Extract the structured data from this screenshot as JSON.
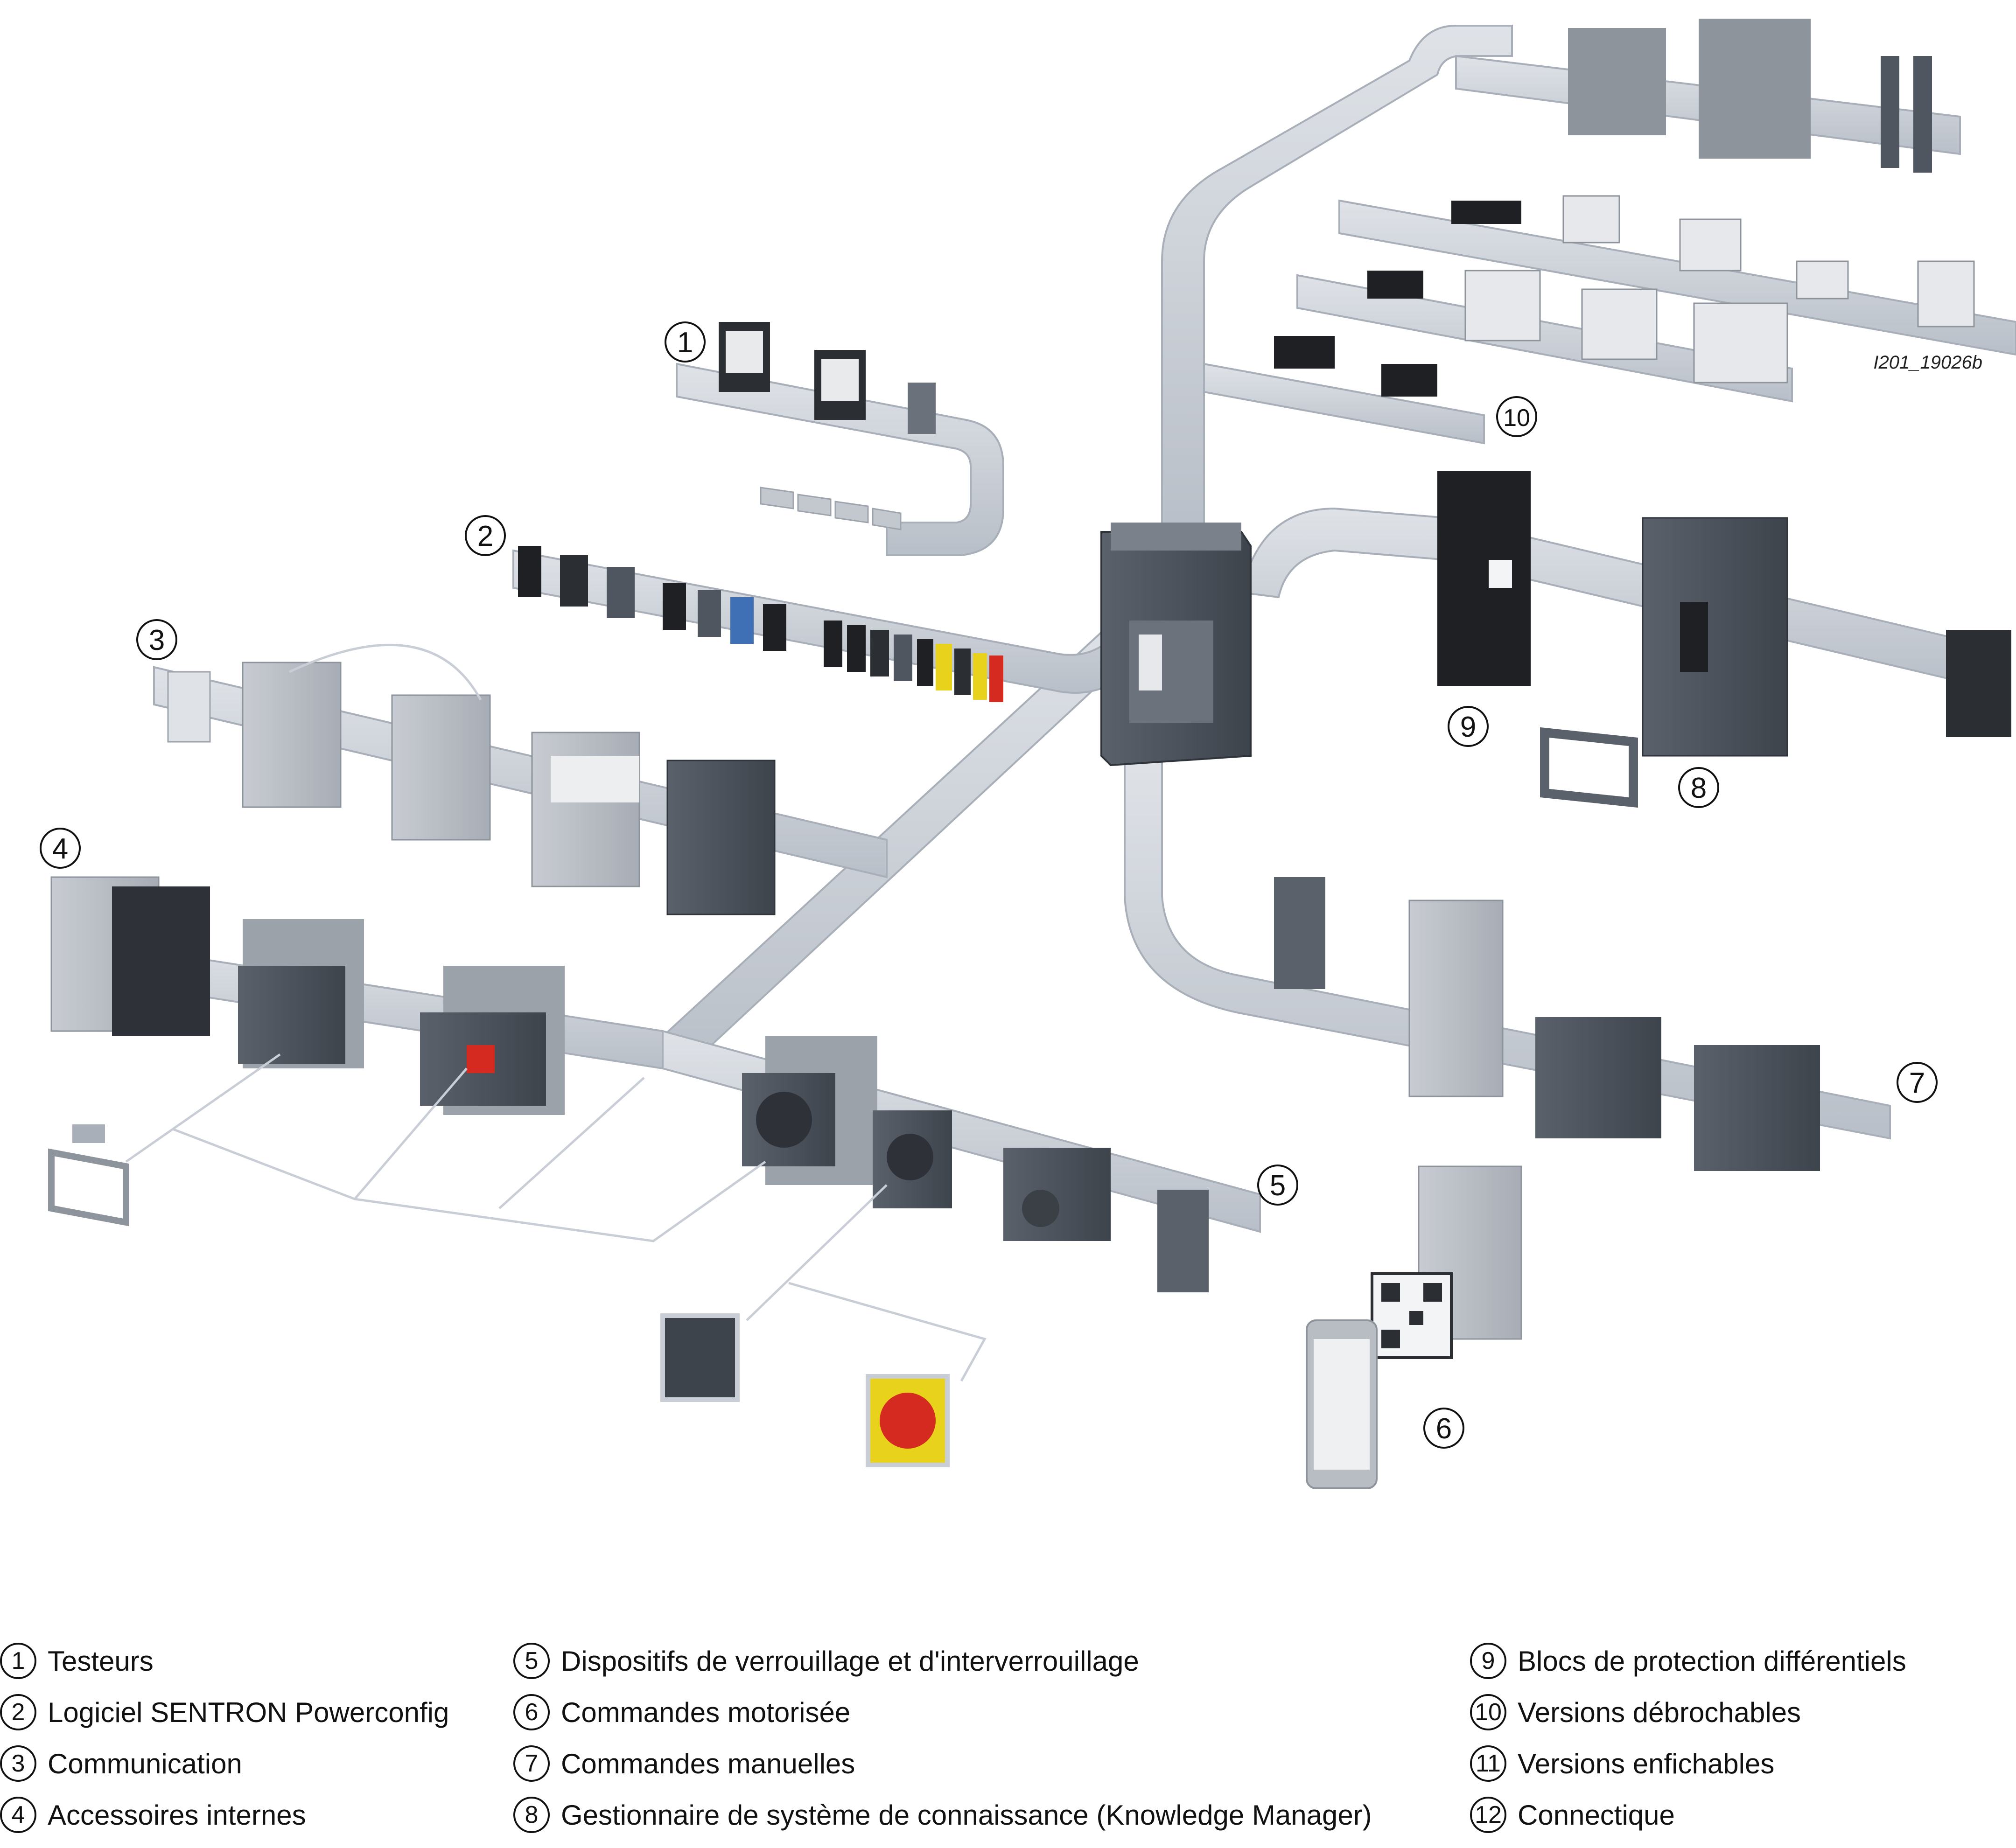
{
  "document_id": "I201_19026b",
  "callouts": [
    "1",
    "2",
    "3",
    "4",
    "5",
    "6",
    "7",
    "8",
    "9",
    "10"
  ],
  "legend": [
    {
      "num": "1",
      "label": "Testeurs"
    },
    {
      "num": "2",
      "label": "Logiciel SENTRON Powerconfig"
    },
    {
      "num": "3",
      "label": "Communication"
    },
    {
      "num": "4",
      "label": "Accessoires internes"
    },
    {
      "num": "5",
      "label": "Dispositifs de verrouillage et d'interverrouillage"
    },
    {
      "num": "6",
      "label": "Commandes motorisée"
    },
    {
      "num": "7",
      "label": "Commandes manuelles"
    },
    {
      "num": "8",
      "label": "Gestionnaire de système de connaissance (Knowledge Manager)"
    },
    {
      "num": "9",
      "label": "Blocs de protection différentiels"
    },
    {
      "num": "10",
      "label": "Versions débrochables"
    },
    {
      "num": "11",
      "label": "Versions enfichables"
    },
    {
      "num": "12",
      "label": "Connectique"
    }
  ],
  "colors": {
    "rail": "#c9ced6",
    "rail_edge": "#a9afb8",
    "device_dark": "#4b525c",
    "device_light": "#b8bcc3",
    "device_black": "#1e2024",
    "accent_yellow": "#e8d21c",
    "accent_red": "#d42a1f"
  }
}
